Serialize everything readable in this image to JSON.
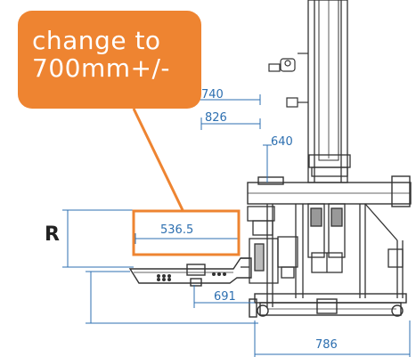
{
  "callout": {
    "line1": "change to",
    "line2": "700mm+/-"
  },
  "dimensions": {
    "d740": "740",
    "d826": "826",
    "d640": "640",
    "d536": "536.5",
    "d691": "691",
    "d786": "786"
  },
  "side_label": "R",
  "colors": {
    "accent": "#ee8431",
    "dimension": "#2d6fb0",
    "machine": "#333333"
  }
}
